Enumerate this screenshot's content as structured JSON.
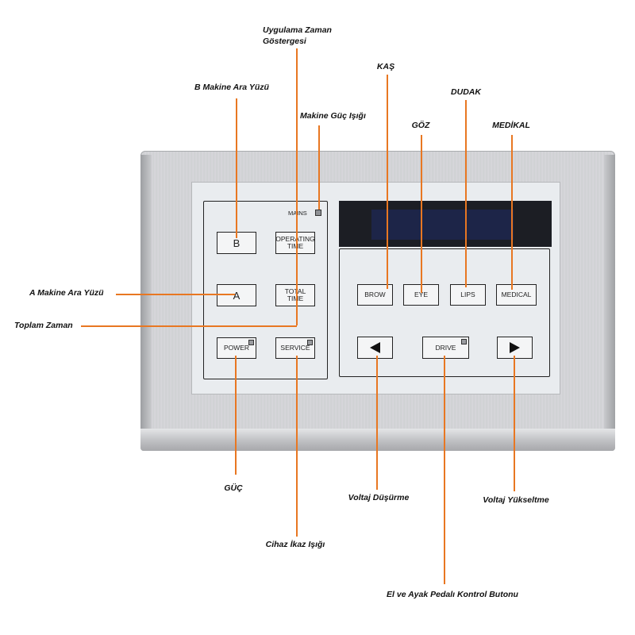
{
  "panel": {
    "mains": "MAINS",
    "keys": {
      "b": "B",
      "operating_time": "OPERATING\nTIME",
      "a": "A",
      "total_time": "TOTAL\nTIME",
      "power": "POWER",
      "service": "SERVICE",
      "brow": "BROW",
      "eye": "EYE",
      "lips": "LIPS",
      "medical": "MEDICAL",
      "drive": "DRIVE"
    },
    "icons": {
      "left_key": "left-arrow-icon",
      "right_key": "right-arrow-icon"
    }
  },
  "callouts": {
    "uygulama_line1": "Uygulama Zaman",
    "uygulama_line2": "Göstergesi",
    "b_makine": "B Makine Ara Yüzü",
    "makine_guc": "Makine Güç Işığı",
    "kas": "KAŞ",
    "goz": "GÖZ",
    "dudak": "DUDAK",
    "medikal": "MEDİKAL",
    "a_makine": "A Makine Ara Yüzü",
    "toplam": "Toplam Zaman",
    "guc": "GÜÇ",
    "voltaj_dusurme": "Voltaj Düşürme",
    "voltaj_yukseltme": "Voltaj Yükseltme",
    "cihaz_ikaz": "Cihaz İkaz Işığı",
    "pedal": "El ve Ayak Pedalı Kontrol Butonu"
  },
  "colors": {
    "callout_line": "#e87722",
    "display": "#1d2548"
  }
}
